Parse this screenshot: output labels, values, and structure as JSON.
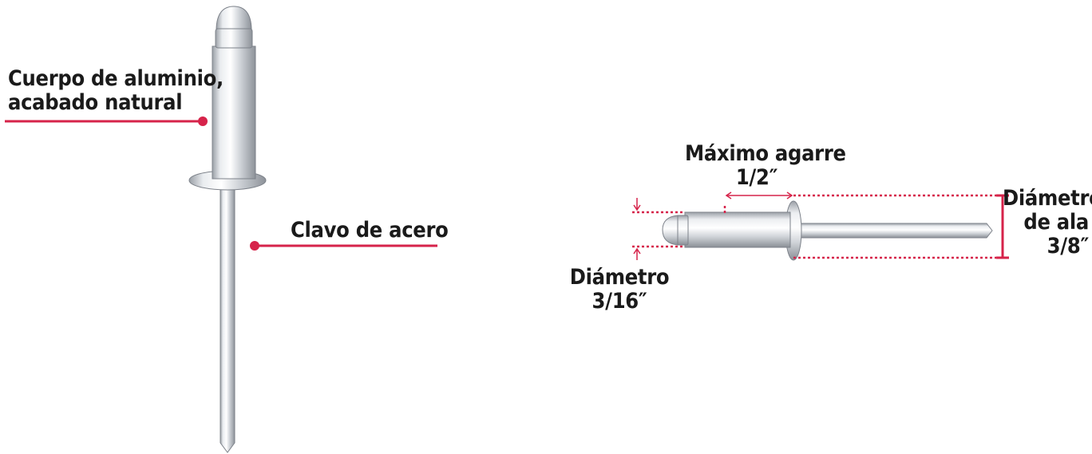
{
  "accent_color": "#d6234a",
  "left_figure": {
    "callout_body_line1": "Cuerpo de aluminio,",
    "callout_body_line2": "acabado natural",
    "callout_pin": "Clavo de acero"
  },
  "right_figure": {
    "grip_line1": "Máximo agarre",
    "grip_line2": "1/2″",
    "diameter_line1": "Diámetro",
    "diameter_line2": "3/16″",
    "flange_line1": "Diámetro",
    "flange_line2": "de ala",
    "flange_line3": "3/8″"
  }
}
